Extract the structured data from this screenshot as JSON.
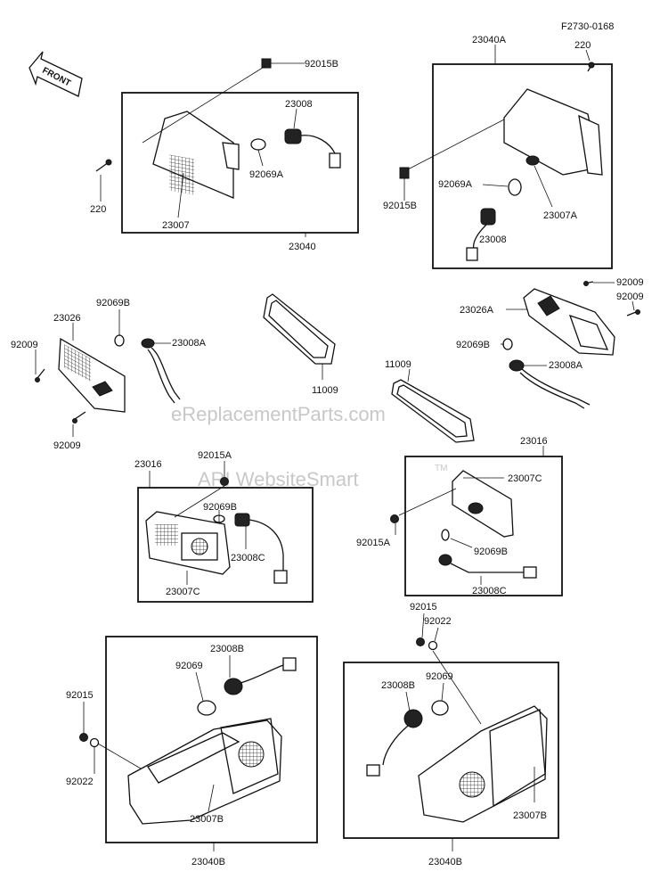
{
  "diagram_code": "F2730-0168",
  "front_label": "FRONT",
  "watermarks": [
    "eReplacementParts.com",
    "ARI WebsiteSmart"
  ],
  "trademark": "TM",
  "parts": [
    {
      "id": "p_92015B_tl",
      "text": "92015B"
    },
    {
      "id": "p_23008_tl",
      "text": "23008"
    },
    {
      "id": "p_92069A_tl",
      "text": "92069A"
    },
    {
      "id": "p_220_tl",
      "text": "220"
    },
    {
      "id": "p_23007",
      "text": "23007"
    },
    {
      "id": "p_23040",
      "text": "23040"
    },
    {
      "id": "p_23040A",
      "text": "23040A"
    },
    {
      "id": "p_220_tr",
      "text": "220"
    },
    {
      "id": "p_92015B_tr",
      "text": "92015B"
    },
    {
      "id": "p_92069A_tr",
      "text": "92069A"
    },
    {
      "id": "p_23007A",
      "text": "23007A"
    },
    {
      "id": "p_23008_tr",
      "text": "23008"
    },
    {
      "id": "p_92069B_ml",
      "text": "92069B"
    },
    {
      "id": "p_23026",
      "text": "23026"
    },
    {
      "id": "p_92009_ml1",
      "text": "92009"
    },
    {
      "id": "p_23008A_ml",
      "text": "23008A"
    },
    {
      "id": "p_92009_ml2",
      "text": "92009"
    },
    {
      "id": "p_11009_a",
      "text": "11009"
    },
    {
      "id": "p_11009_b",
      "text": "11009"
    },
    {
      "id": "p_92009_mr1",
      "text": "92009"
    },
    {
      "id": "p_92009_mr2",
      "text": "92009"
    },
    {
      "id": "p_23026A",
      "text": "23026A"
    },
    {
      "id": "p_92069B_mr",
      "text": "92069B"
    },
    {
      "id": "p_23008A_mr",
      "text": "23008A"
    },
    {
      "id": "p_23016_l",
      "text": "23016"
    },
    {
      "id": "p_92015A_l",
      "text": "92015A"
    },
    {
      "id": "p_92069B_l",
      "text": "92069B"
    },
    {
      "id": "p_23008C_l",
      "text": "23008C"
    },
    {
      "id": "p_23007C_l",
      "text": "23007C"
    },
    {
      "id": "p_23016_r",
      "text": "23016"
    },
    {
      "id": "p_23007C_r",
      "text": "23007C"
    },
    {
      "id": "p_92015A_r",
      "text": "92015A"
    },
    {
      "id": "p_92069B_r",
      "text": "92069B"
    },
    {
      "id": "p_23008C_r",
      "text": "23008C"
    },
    {
      "id": "p_92015_r",
      "text": "92015"
    },
    {
      "id": "p_92022_r",
      "text": "92022"
    },
    {
      "id": "p_23008B_l",
      "text": "23008B"
    },
    {
      "id": "p_92069_l",
      "text": "92069"
    },
    {
      "id": "p_92015_l",
      "text": "92015"
    },
    {
      "id": "p_92022_l",
      "text": "92022"
    },
    {
      "id": "p_23007B_l",
      "text": "23007B"
    },
    {
      "id": "p_23040B_l",
      "text": "23040B"
    },
    {
      "id": "p_92069_r",
      "text": "92069"
    },
    {
      "id": "p_23008B_r",
      "text": "23008B"
    },
    {
      "id": "p_23007B_r",
      "text": "23007B"
    },
    {
      "id": "p_23040B_r",
      "text": "23040B"
    }
  ]
}
